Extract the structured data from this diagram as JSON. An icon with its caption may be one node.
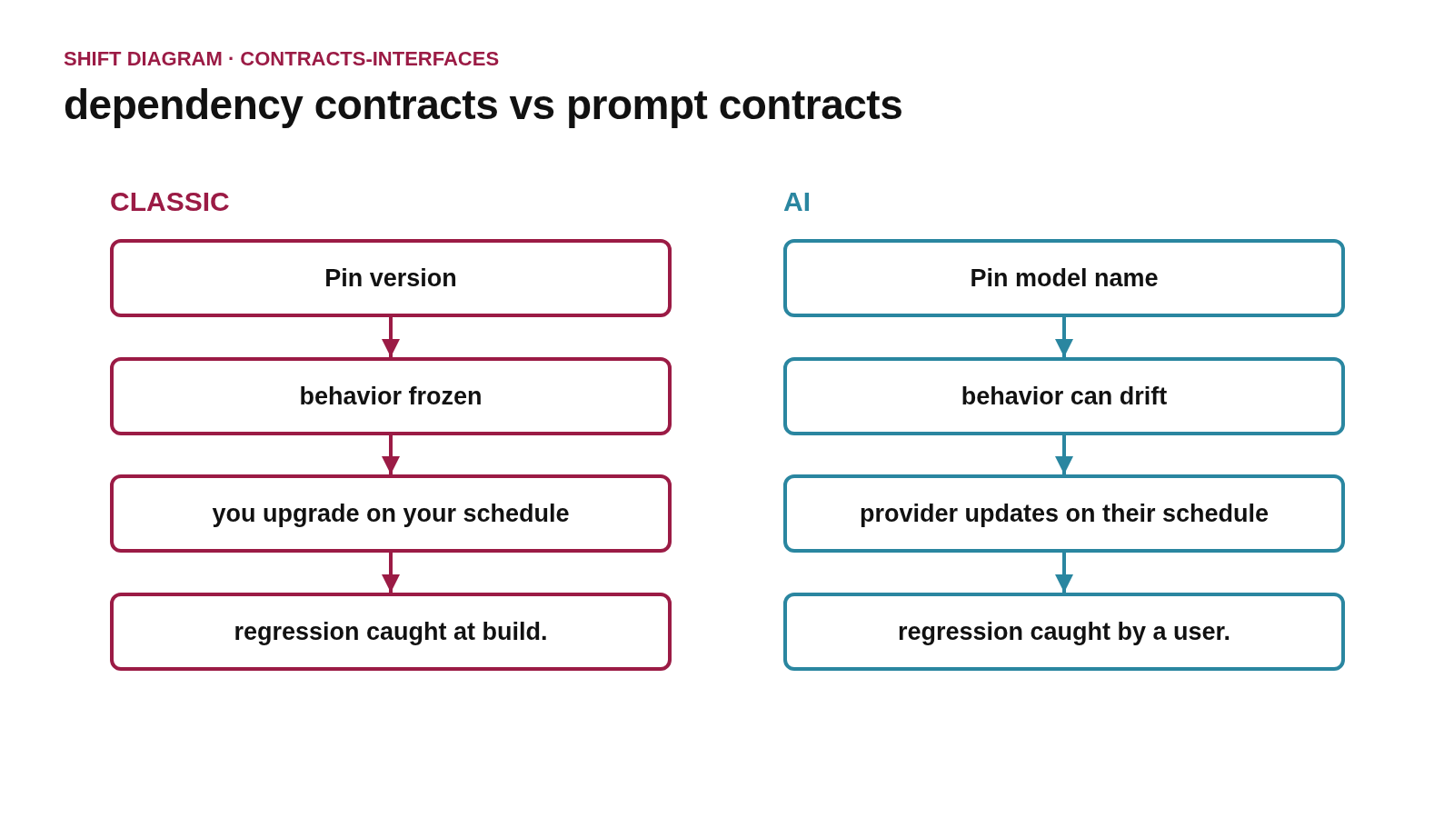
{
  "diagram": {
    "title": "dependency contracts vs prompt contracts",
    "nodes": [
      {
        "text": [
          "Pin version"
        ]
      },
      {
        "text": [
          "behavior frozen"
        ]
      },
      {
        "text": [
          "you upgrade on your schedule"
        ]
      },
      {
        "text": [
          "regression caught at build."
        ]
      },
      {
        "text": [
          "Pin model name"
        ]
      },
      {
        "text": [
          "behavior can drift"
        ]
      },
      {
        "text": [
          "provider updates on their schedule"
        ]
      },
      {
        "text": [
          "regression caught by a user."
        ]
      }
    ],
    "edges": [
      {
        "from": 0,
        "to": 1,
        "arrow": "to",
        "color": "#9b1b45"
      },
      {
        "from": 1,
        "to": 2,
        "arrow": "to",
        "color": "#9b1b45"
      },
      {
        "from": 2,
        "to": 3,
        "arrow": "to",
        "color": "#9b1b45"
      },
      {
        "from": 4,
        "to": 5,
        "arrow": "to",
        "color": "#2a86a0"
      },
      {
        "from": 5,
        "to": 6,
        "arrow": "to",
        "color": "#2a86a0"
      },
      {
        "from": 6,
        "to": 7,
        "arrow": "to",
        "color": "#2a86a0"
      }
    ],
    "labels": [
      "SHIFT DIAGRAM · CONTRACTS-INTERFACES",
      "CLASSIC",
      "AI"
    ]
  }
}
